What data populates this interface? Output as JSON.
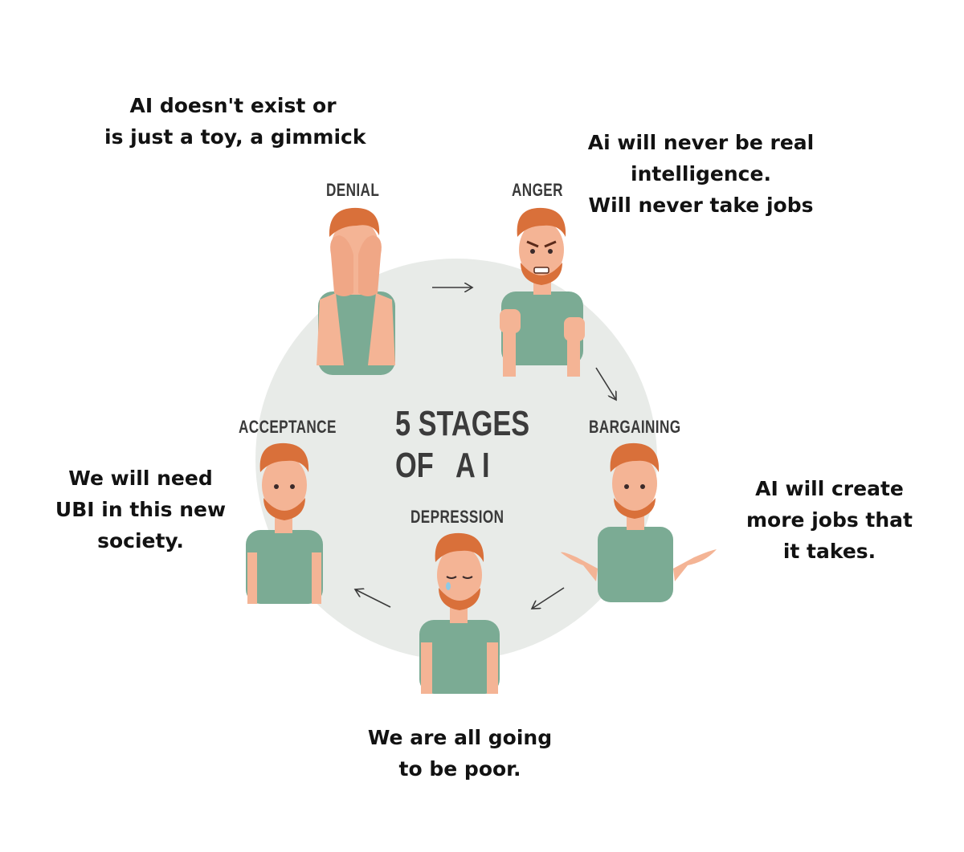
{
  "title": {
    "line1": "5 STAGES",
    "line2": "OF   A I"
  },
  "stages": {
    "denial": {
      "label": "DENIAL",
      "caption": [
        "AI doesn't exist or",
        "is just a toy, a gimmick"
      ]
    },
    "anger": {
      "label": "ANGER",
      "caption": [
        "Ai will never be real",
        "intelligence.",
        "Will never take jobs"
      ]
    },
    "bargaining": {
      "label": "BARGAINING",
      "caption": [
        "AI will create",
        "more jobs that",
        "it takes."
      ]
    },
    "depression": {
      "label": "DEPRESSION",
      "caption": [
        "We are all going",
        "to be poor."
      ]
    },
    "acceptance": {
      "label": "ACCEPTANCE",
      "caption": [
        "We will need",
        "UBI in this new",
        "society."
      ]
    }
  },
  "colors": {
    "background": "#ffffff",
    "circle": "#e8ebe8",
    "shirt": "#7bab94",
    "skin": "#f4b495",
    "hair": "#d9703a",
    "text": "#121212",
    "stage_label": "#3a3a3a"
  },
  "icons": [
    "person-denial-icon",
    "person-anger-icon",
    "person-bargaining-icon",
    "person-depression-icon",
    "person-acceptance-icon",
    "arrow-icon"
  ]
}
